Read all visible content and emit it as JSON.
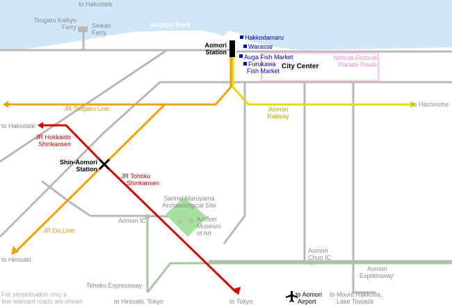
{
  "colors": {
    "water": "#cfe7f7",
    "land": "#ffffff",
    "road": "#b8b8b8",
    "jr_tsugaru": "#f5a000",
    "aomori_railway": "#e5dd00",
    "shinkansen": "#dd0000",
    "expressway": "#a7c7a2",
    "site_area": "#a8e0a0",
    "parade": "#ffc0e0",
    "poi": "#0000cc"
  },
  "water": {
    "port": "Aomori Port",
    "to_hakodate_ferry": "to Hakodate"
  },
  "ferries": {
    "tsugaru_kaikyo_1": "Tsugaru Kaikyo",
    "tsugaru_kaikyo_2": "Ferry",
    "seikan_1": "Seikan",
    "seikan_2": "Ferry"
  },
  "stations": {
    "aomori_1": "Aomori",
    "aomori_2": "Station",
    "shin_aomori_1": "Shin-Aomori",
    "shin_aomori_2": "Station"
  },
  "city_center": "City Center",
  "pois": {
    "hakkodamaru": "Hakkodamaru",
    "warasse": "Warasse",
    "auga": "Auga Fish Market",
    "furukawa_1": "Furukawa",
    "furukawa_2": "Fish Market"
  },
  "parade": {
    "line1": "Nebuta Festival",
    "line2": "Parade Route"
  },
  "lines": {
    "jr_tsugaru": "JR Tsugaru Line",
    "aomori_railway_1": "Aomori",
    "aomori_railway_2": "Railway",
    "to_hachinohe": "to Hachinohe",
    "to_hakodate": "to Hakodate",
    "hokkaido_1": "JR Hokkaido",
    "hokkaido_2": "Shinkansen",
    "tohoku_1": "JR Tohoku",
    "tohoku_2": "Shinkansen",
    "ou": "JR Ou Line",
    "to_hirosaki": "to Hirosaki",
    "to_tokyo": "to Tokyo"
  },
  "sites": {
    "sannai_1": "Sannai Maruyama",
    "sannai_2": "Archaeological Site",
    "museum_1": "Aomori",
    "museum_2": "Museum",
    "museum_3": "of Art"
  },
  "roads": {
    "aomori_ic": "Aomori IC",
    "chuo_ic_1": "Aomori",
    "chuo_ic_2": "Chuo IC",
    "exp_east_1": "Aomori",
    "exp_east_2": "Expressway",
    "tohoku_exp": "Tohoku Expressway",
    "to_hirosaki_tokyo": "to Hirosaki, Tokyo",
    "to_hakkoda_1": "to Mount Hakkoda,",
    "to_hakkoda_2": "Lake Towada"
  },
  "airport": {
    "line1": "to Aomori",
    "line2": "Airport"
  },
  "note": {
    "line1": "For simplification only a",
    "line2": "few relevant roads are shown"
  }
}
